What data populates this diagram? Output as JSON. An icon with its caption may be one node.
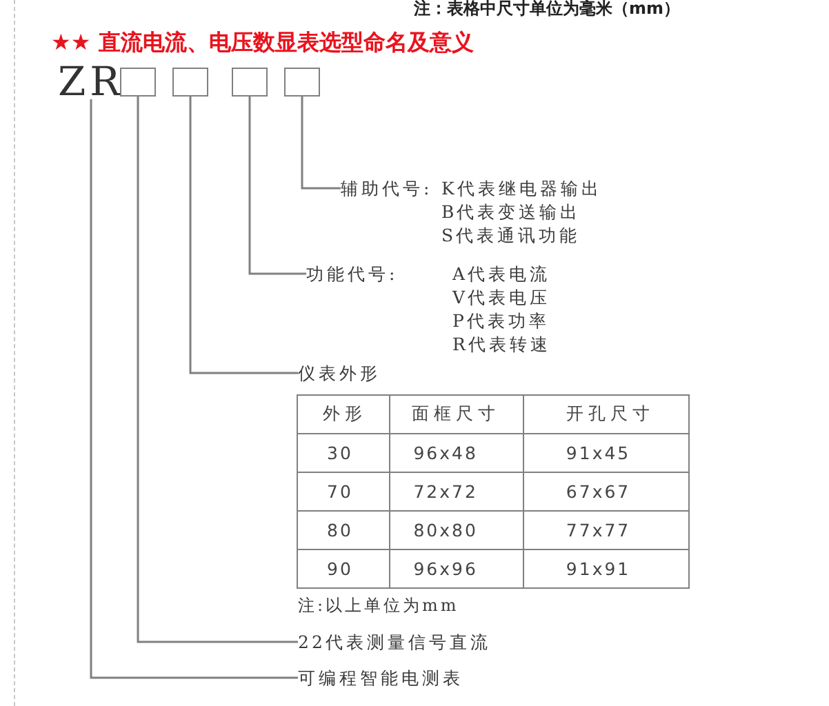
{
  "diagram": {
    "title": "★★ 直流电流、电压数显表选型命名及意义",
    "nodes": [
      {
        "text": [
          "ZR"
        ]
      },
      {
        "text": [],
        "shape": "box"
      },
      {
        "text": [],
        "shape": "box"
      },
      {
        "text": [],
        "shape": "box"
      },
      {
        "text": [],
        "shape": "box"
      },
      {
        "text": [
          "辅助代号:",
          "K代表继电器输出",
          "B代表变送输出",
          "S代表通讯功能"
        ]
      },
      {
        "text": [
          "功能代号:",
          "A代表电流",
          "V代表电压",
          "P代表功率",
          "R代表转速"
        ]
      },
      {
        "text": [
          "仪表外形"
        ]
      },
      {
        "text": [
          "22代表测量信号直流"
        ]
      },
      {
        "text": [
          "可编程智能电测表"
        ]
      }
    ],
    "edges": [
      {
        "from": 4,
        "to": 5,
        "arrow": "none"
      },
      {
        "from": 3,
        "to": 6,
        "arrow": "none"
      },
      {
        "from": 2,
        "to": 7,
        "arrow": "none"
      },
      {
        "from": 1,
        "to": 8,
        "arrow": "none"
      },
      {
        "from": 0,
        "to": 9,
        "arrow": "none"
      }
    ],
    "labels": [
      "注：表格中尺寸单位为毫米（mm）",
      "外形",
      "面框尺寸",
      "开孔尺寸",
      "30",
      "96x48",
      "91x45",
      "70",
      "72x72",
      "67x67",
      "80",
      "80x80",
      "77x77",
      "90",
      "96x96",
      "91x91",
      "注:以上单位为mm"
    ]
  }
}
